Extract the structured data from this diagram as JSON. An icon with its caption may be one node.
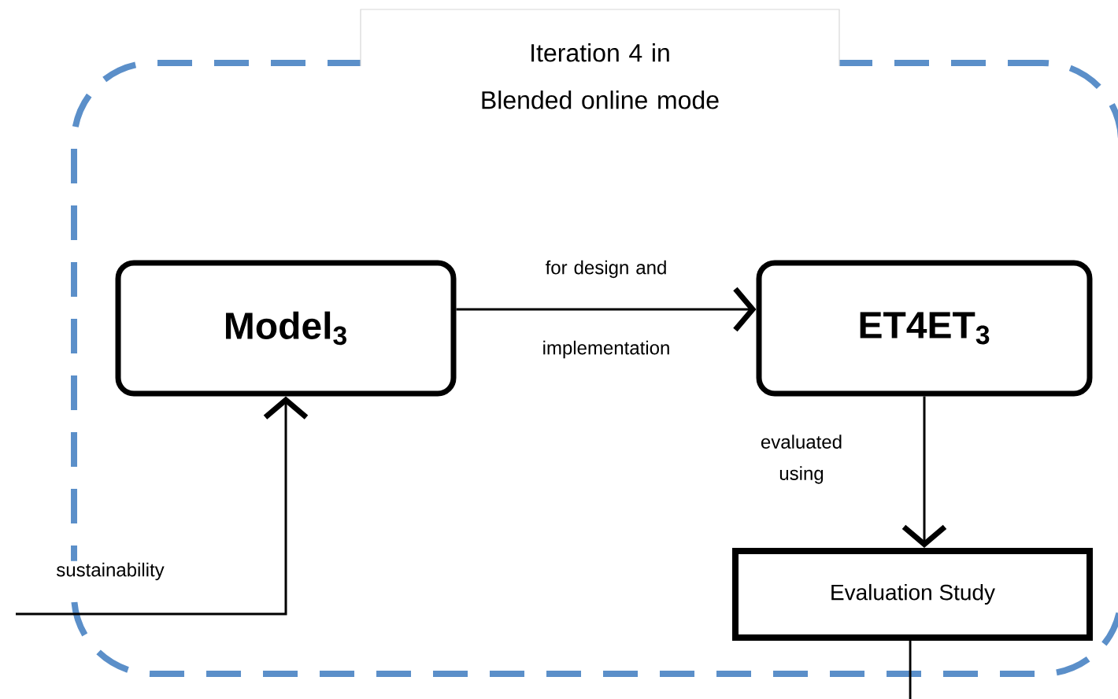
{
  "diagram": {
    "nodes": [
      {
        "text": [
          "Iteration 4 in Blended online mode"
        ]
      },
      {
        "text": [
          "Model$_{3}$"
        ],
        "in": 0
      },
      {
        "text": [
          "ET4ET$_{3}$"
        ],
        "in": 0
      },
      {
        "text": [
          "Evaluation Study"
        ],
        "in": 0
      }
    ],
    "edges": [
      {
        "from": 1,
        "to": 2,
        "arrow": "to",
        "label": "for design and implementation"
      },
      {
        "from": 2,
        "to": 3,
        "arrow": "to",
        "label": "evaluated using"
      },
      {
        "from": null,
        "to": 1,
        "arrow": "to",
        "label": "sustainability"
      },
      {
        "from": 3,
        "to": null,
        "arrow": "none"
      }
    ]
  }
}
